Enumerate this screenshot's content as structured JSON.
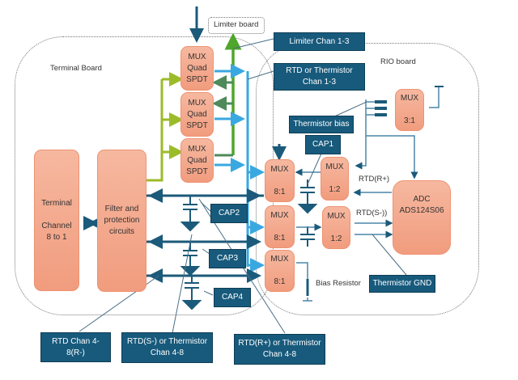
{
  "diagram": {
    "boards": {
      "terminal": "Terminal Board",
      "rio": "RIO board",
      "limiter": "Limiter board"
    },
    "blocks": {
      "terminal_channel": [
        "Terminal",
        "Channel",
        "8 to 1"
      ],
      "filter": [
        "Filter and",
        "protection",
        "circuits"
      ],
      "mux_quad_1": [
        "MUX",
        "Quad",
        "SPDT"
      ],
      "mux_quad_2": [
        "MUX",
        "Quad",
        "SPDT"
      ],
      "mux_quad_3": [
        "MUX",
        "Quad",
        "SPDT"
      ],
      "mux81_1": [
        "MUX",
        "8:1"
      ],
      "mux81_2": [
        "MUX",
        "8:1"
      ],
      "mux81_3": [
        "MUX",
        "8:1"
      ],
      "mux12_1": [
        "MUX",
        "1:2"
      ],
      "mux12_2": [
        "MUX",
        "1:2"
      ],
      "mux31": [
        "MUX",
        "3:1"
      ],
      "adc": [
        "ADC",
        "ADS124S06"
      ]
    },
    "callouts": {
      "limiter_chan": "Limiter Chan 1-3",
      "rtd_chan_1_3": "RTD or Thermistor Chan 1-3",
      "thermistor_bias": "Thermistor bias",
      "cap1": "CAP1",
      "cap2": "CAP2",
      "cap3": "CAP3",
      "cap4": "CAP4",
      "thermistor_gnd": "Thermistor GND",
      "rtd_chan_4_8_r_minus": "RTD Chan 4-8(R-)",
      "rtd_s_minus": "RTD(S-) or Thermistor Chan 4-8",
      "rtd_r_plus": "RTD(R+) or Thermistor Chan 4-8"
    },
    "signals": {
      "rtd_r_plus": "RTD(R+)",
      "rtd_s_minus": "RTD(S-))",
      "bias_resistor": "Bias Resistor"
    },
    "colors": {
      "block_fill": "#f4a98c",
      "callout_fill": "#175a7c",
      "line_dark": "#1b5a7a",
      "line_blue": "#3aa8e0",
      "line_green": "#4ea62c",
      "line_olive": "#9cbb2a"
    }
  }
}
